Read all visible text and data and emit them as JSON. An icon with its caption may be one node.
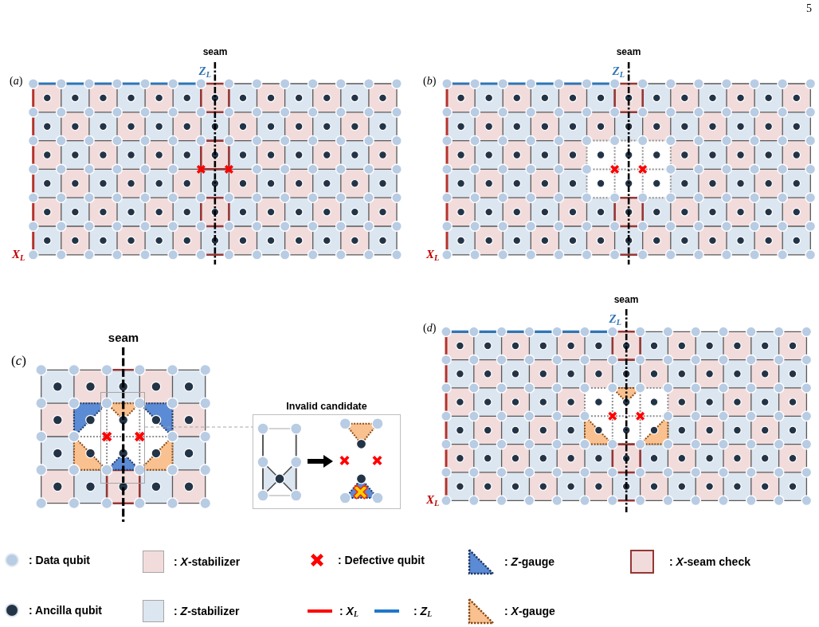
{
  "diagram": {
    "nodes": [
      {
        "text": [],
        "shape": "box"
      },
      {
        "text": [
          "Invalid candidate"
        ]
      },
      {
        "text": [],
        "shape": "picture",
        "in": 1
      },
      {
        "text": [],
        "shape": "picture",
        "in": 1
      }
    ],
    "edges": [
      {
        "from": 0,
        "to": 1,
        "arrow": "none",
        "style": "dashed",
        "color": "#a6a6a6"
      },
      {
        "from": 2,
        "to": 3,
        "arrow": "to",
        "style": "thick",
        "color": "#000000"
      }
    ],
    "labels": [
      "5",
      "seam",
      "Z$_{L}$",
      "(*a*)",
      "X$_{L}$",
      "seam",
      "Z$_{L}$",
      "(*b*)",
      "X$_{L}$",
      "seam",
      "(*c*)",
      "seam",
      "Z$_{L}$",
      "(*d*)",
      "X$_{L}$"
    ],
    "legend": [
      {
        "text": ": Data qubit"
      },
      {
        "text": ": *X*-stabilizer",
        "color": "#f2dcdb"
      },
      {
        "text": ": Defective qubit"
      },
      {
        "text": ": *Z*-gauge"
      },
      {
        "text": ": *X*-seam check"
      },
      {
        "text": ": Ancilla qubit"
      },
      {
        "text": ": *Z*-stabilizer",
        "color": "#dce6f1"
      },
      {
        "text": ": *X*$_{L}$"
      },
      {
        "text": ": *Z*$_{L}$"
      },
      {
        "text": ": *X*-gauge"
      }
    ]
  }
}
